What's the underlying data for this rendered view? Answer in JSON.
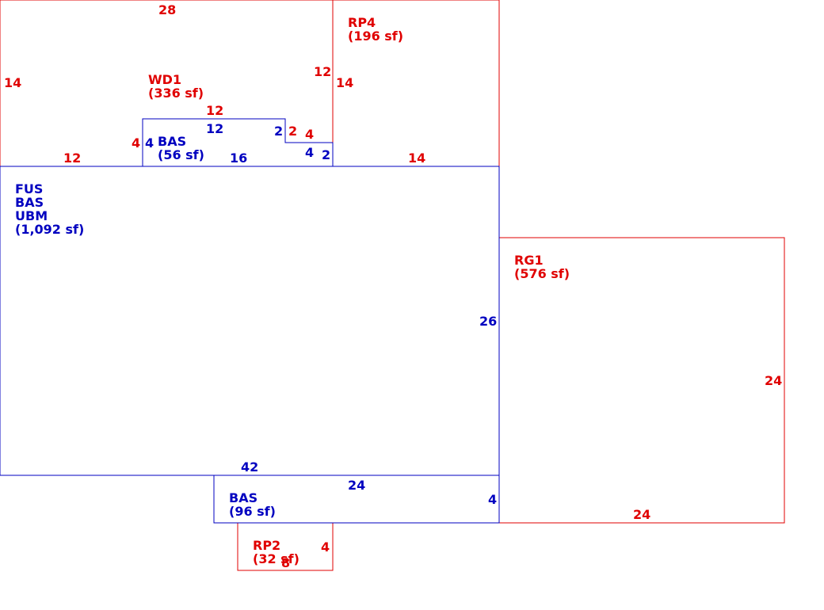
{
  "colors": {
    "addition": "#e00000",
    "main": "#0000c0",
    "background": "#ffffff"
  },
  "areas": {
    "wd1": {
      "code": "WD1",
      "area": "(336 sf)"
    },
    "rp4": {
      "code": "RP4",
      "area": "(196 sf)"
    },
    "bas_small": {
      "code": "BAS",
      "area": "(56 sf)"
    },
    "main": {
      "line1": "FUS",
      "line2": "BAS",
      "line3": "UBM",
      "area": "(1,092 sf)"
    },
    "rg1": {
      "code": "RG1",
      "area": "(576 sf)"
    },
    "bas_bottom": {
      "code": "BAS",
      "area": "(96 sf)"
    },
    "rp2": {
      "code": "RP2",
      "area": "(32 sf)"
    }
  },
  "dims": {
    "wd1_top": "28",
    "wd1_left": "14",
    "wd1_right": "12",
    "wd1_bottom_left": "12",
    "wd1_step_top": "12",
    "wd1_step_left": "4",
    "wd1_step_right": "2",
    "wd1_step_bottom": "4",
    "rp4_left": "14",
    "rp4_bottom": "14",
    "bas_small_top": "12",
    "bas_small_left": "4",
    "bas_small_bottom": "16",
    "bas_small_step": "2",
    "bas_small_inner_bottom": "4",
    "bas_small_right": "2",
    "main_right": "26",
    "main_bottom": "42",
    "rg1_right": "24",
    "rg1_bottom": "24",
    "bas_bottom_top": "24",
    "bas_bottom_right": "4",
    "rp2_right": "4",
    "rp2_bottom": "8"
  }
}
